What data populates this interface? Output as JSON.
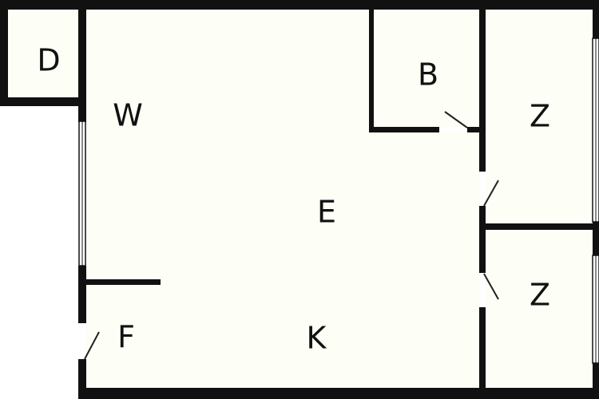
{
  "colors": {
    "wall": "#111111",
    "floor": "#fdfef6",
    "window": "#ffffff",
    "door_leaf": "#222222"
  },
  "rooms": {
    "d": {
      "label": "D"
    },
    "w": {
      "label": "W"
    },
    "b": {
      "label": "B"
    },
    "z_upper": {
      "label": "Z"
    },
    "e": {
      "label": "E"
    },
    "z_lower": {
      "label": "Z"
    },
    "f": {
      "label": "F"
    },
    "k": {
      "label": "K"
    }
  }
}
